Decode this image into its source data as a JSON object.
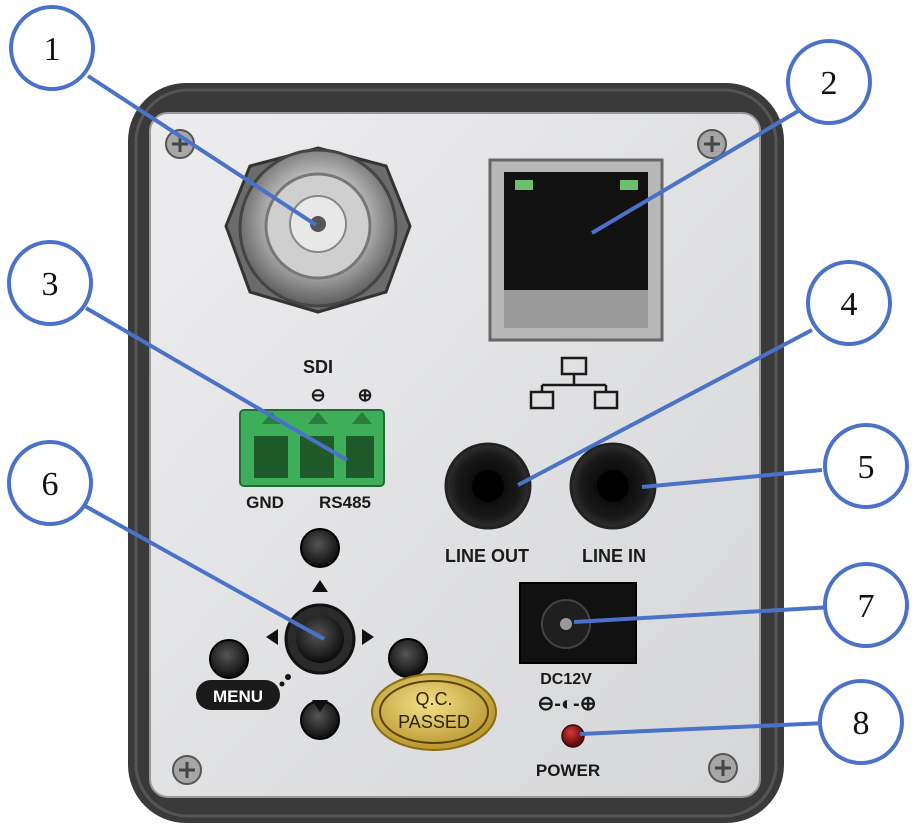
{
  "panel": {
    "labels": {
      "sdi": "SDI",
      "minus": "⊖",
      "plus": "⊕",
      "gnd": "GND",
      "rs485": "RS485",
      "line_out": "LINE OUT",
      "line_in": "LINE IN",
      "dc12v": "DC12V",
      "polarity": "⊖-◐-⊕",
      "power": "POWER",
      "menu": "MENU",
      "qc_line1": "Q.C.",
      "qc_line2": "PASSED"
    },
    "colors": {
      "housing": "#3a3a3a",
      "faceplate": "#e4e4e6",
      "callout": "#4a72c8",
      "terminal": "#3fae5a",
      "sticker": "#d7b84a",
      "power_led": "#8a1010"
    }
  },
  "callouts": [
    "1",
    "2",
    "3",
    "4",
    "5",
    "6",
    "7",
    "8"
  ]
}
